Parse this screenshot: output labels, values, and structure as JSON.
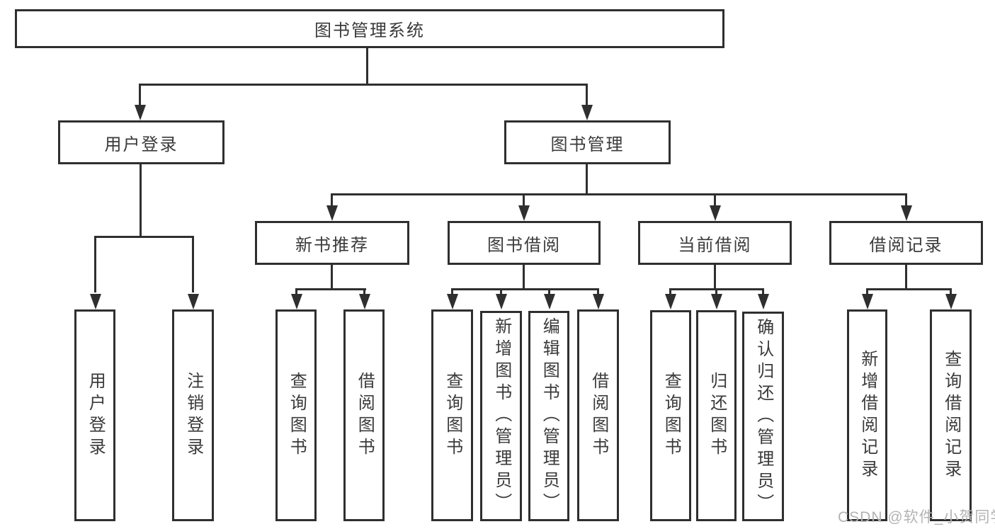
{
  "tree": {
    "root": {
      "label": "图书管理系统"
    },
    "branches": [
      {
        "label": "用户登录",
        "children": [
          {
            "label": "用户登录"
          },
          {
            "label": "注销登录"
          }
        ]
      },
      {
        "label": "图书管理",
        "children": [
          {
            "label": "新书推荐",
            "children": [
              {
                "label": "查询图书"
              },
              {
                "label": "借阅图书"
              }
            ]
          },
          {
            "label": "图书借阅",
            "children": [
              {
                "label": "查询图书"
              },
              {
                "label": "新增图书（管理员）"
              },
              {
                "label": "编辑图书（管理员）"
              },
              {
                "label": "借阅图书"
              }
            ]
          },
          {
            "label": "当前借阅",
            "children": [
              {
                "label": "查询图书"
              },
              {
                "label": "归还图书"
              },
              {
                "label": "确认归还（管理员）"
              }
            ]
          },
          {
            "label": "借阅记录",
            "children": [
              {
                "label": "新增借阅记录"
              },
              {
                "label": "查询借阅记录"
              }
            ]
          }
        ]
      }
    ]
  },
  "watermark": {
    "text": "CSDN @软件_小贺同学"
  },
  "colors": {
    "line": "#2f2f2f",
    "text": "#3a3a3a",
    "background": "#ffffff",
    "watermark": "#b3b3b3"
  }
}
